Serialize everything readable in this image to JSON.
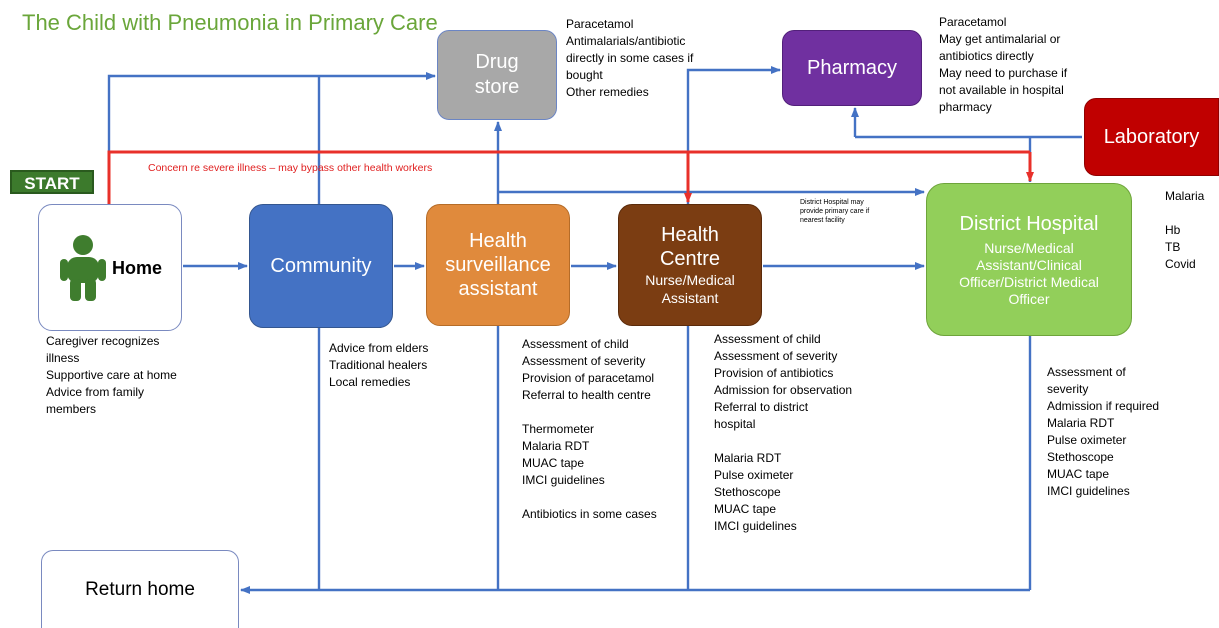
{
  "title": "The Child with Pneumonia in Primary Care",
  "start_label": "START",
  "nodes": {
    "home": "Home",
    "community": "Community",
    "hsa": [
      "Health",
      "surveillance",
      "assistant"
    ],
    "health_centre": {
      "title": [
        "Health",
        "Centre"
      ],
      "sub": [
        "Nurse/Medical",
        "Assistant"
      ]
    },
    "district_hospital": {
      "title": "District Hospital",
      "sub": [
        "Nurse/Medical",
        "Assistant/Clinical",
        "Officer/District Medical",
        "Officer"
      ]
    },
    "drug_store": [
      "Drug",
      "store"
    ],
    "pharmacy": "Pharmacy",
    "laboratory": "Laboratory",
    "return_home": "Return home"
  },
  "notes": {
    "drug_store": [
      "Paracetamol",
      "Antimalarials/antibiotic",
      "directly in some cases if",
      "bought",
      "Other remedies"
    ],
    "pharmacy": [
      "Paracetamol",
      "May get antimalarial or",
      "antibiotics directly",
      "May need to purchase if",
      "not available in hospital",
      "pharmacy"
    ],
    "laboratory": [
      "Malaria",
      "",
      "Hb",
      "TB",
      "Covid"
    ],
    "home": [
      "Caregiver recognizes",
      "illness",
      "Supportive care at home",
      "Advice from family",
      "members"
    ],
    "community": [
      "Advice from elders",
      "Traditional healers",
      "Local remedies"
    ],
    "hsa": [
      "Assessment of child",
      "Assessment of severity",
      "Provision of paracetamol",
      "Referral to health centre",
      "",
      "Thermometer",
      "Malaria RDT",
      "MUAC tape",
      "IMCI guidelines",
      "",
      "Antibiotics in some cases"
    ],
    "health_centre": [
      "Assessment of child",
      "Assessment of severity",
      "Provision of antibiotics",
      "Admission for observation",
      "Referral to district",
      "hospital",
      "",
      "Malaria RDT",
      "Pulse oximeter",
      "Stethoscope",
      "MUAC tape",
      "IMCI guidelines"
    ],
    "district_hospital": [
      "Assessment of",
      "severity",
      "Admission if required",
      "Malaria RDT",
      "Pulse oximeter",
      "Stethoscope",
      "MUAC tape",
      "IMCI guidelines"
    ],
    "district_small": [
      "District Hospital may",
      "provide primary care if",
      "nearest facility"
    ]
  },
  "red_label": "Concern re severe illness – may bypass other health workers",
  "colors": {
    "arrow": "#4472c4",
    "red": "#e8302a",
    "title": "#6aa63a",
    "start": "#3c7a2c",
    "child_icon": "#3f7d2e"
  },
  "icons": {
    "home": "child-figure-icon"
  }
}
